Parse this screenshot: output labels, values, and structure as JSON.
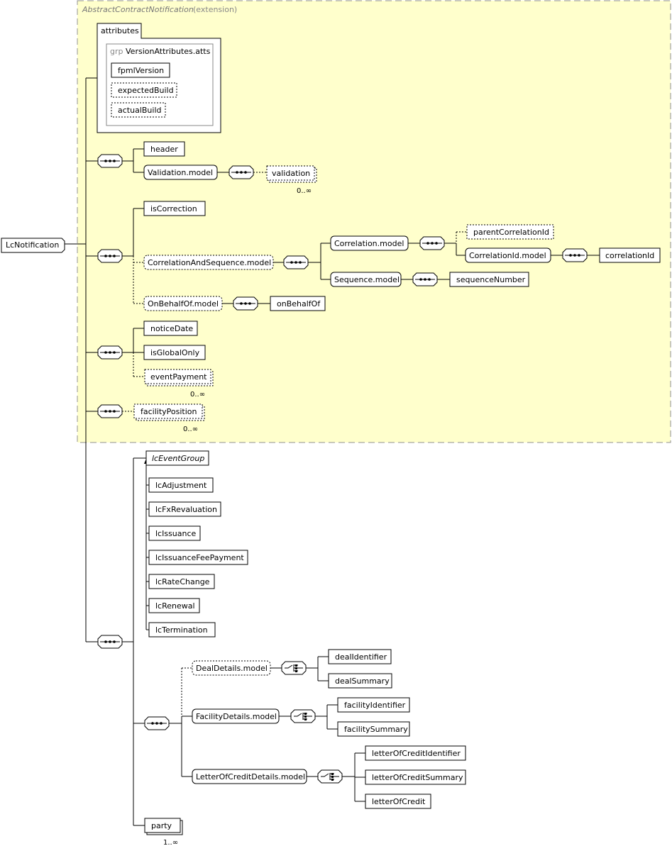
{
  "extension": {
    "base": "AbstractContractNotification",
    "label": "(extension)"
  },
  "root": {
    "label": "LcNotification"
  },
  "attributes": {
    "tab_label": "attributes",
    "group_prefix": "grp",
    "group_name": "VersionAttributes.atts",
    "items": [
      "fpmlVersion",
      "expectedBuild",
      "actualBuild"
    ]
  },
  "elements": {
    "header": "header",
    "validation_model": "Validation.model",
    "validation": "validation",
    "isCorrection": "isCorrection",
    "correlation_and_sequence_model": "CorrelationAndSequence.model",
    "correlation_model": "Correlation.model",
    "parentCorrelationId": "parentCorrelationId",
    "correlationid_model": "CorrelationId.model",
    "correlationId": "correlationId",
    "sequence_model": "Sequence.model",
    "sequenceNumber": "sequenceNumber",
    "onbehalfof_model": "OnBehalfOf.model",
    "onBehalfOf": "onBehalfOf",
    "noticeDate": "noticeDate",
    "isGlobalOnly": "isGlobalOnly",
    "eventPayment": "eventPayment",
    "facilityPosition": "facilityPosition",
    "lcEventGroup": "lcEventGroup",
    "lc_events": [
      "lcAdjustment",
      "lcFxRevaluation",
      "lcIssuance",
      "lcIssuanceFeePayment",
      "lcRateChange",
      "lcRenewal",
      "lcTermination"
    ],
    "dealdetails_model": "DealDetails.model",
    "dealIdentifier": "dealIdentifier",
    "dealSummary": "dealSummary",
    "facilitydetails_model": "FacilityDetails.model",
    "facilityIdentifier": "facilityIdentifier",
    "facilitySummary": "facilitySummary",
    "letterofcreditdetails_model": "LetterOfCreditDetails.model",
    "letterOfCreditIdentifier": "letterOfCreditIdentifier",
    "letterOfCreditSummary": "letterOfCreditSummary",
    "letterOfCredit": "letterOfCredit",
    "party": "party"
  },
  "cardinality": {
    "zero_many": "0..∞",
    "one_many": "1..∞"
  },
  "colors": {
    "extension_fill": "#ffffcc",
    "extension_border": "#909090",
    "line": "#000000"
  }
}
